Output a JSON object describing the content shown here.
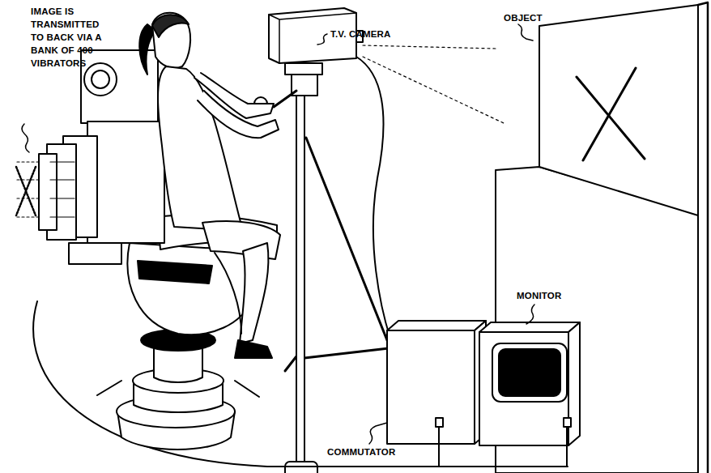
{
  "diagram": {
    "labels": [
      "IMAGE IS TRANSMITTED TO BACK VIA A BANK OF 400 VIBRATORS",
      "T.V. CAMERA",
      "OBJECT",
      "MONITOR",
      "COMMUTATOR"
    ]
  }
}
